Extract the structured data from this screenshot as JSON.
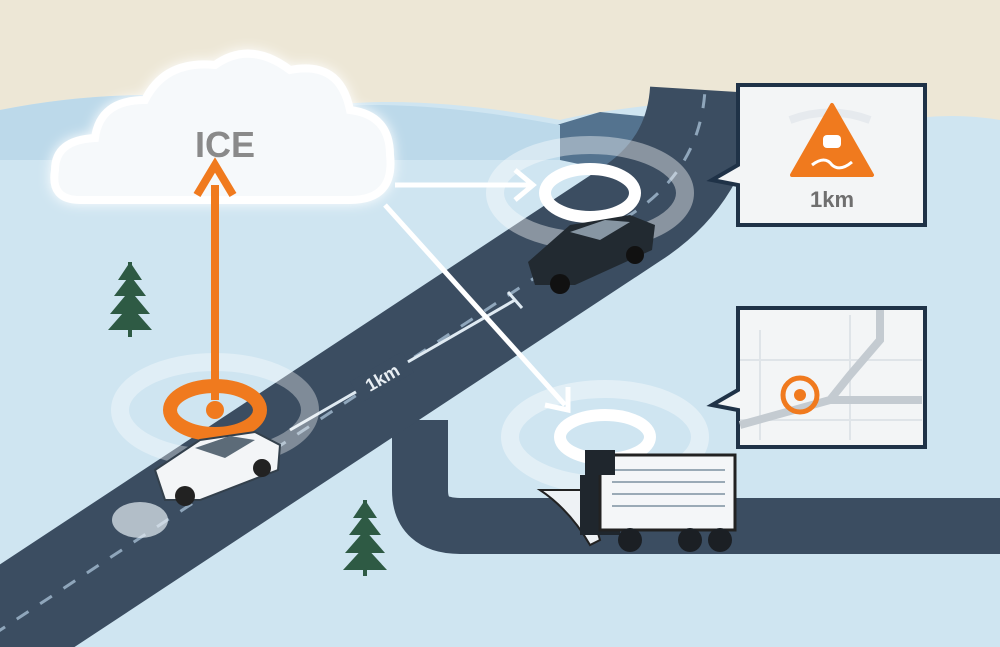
{
  "cloud": {
    "label": "ICE"
  },
  "road": {
    "distance_label": "1km"
  },
  "warning_callout": {
    "icon": "slippery-road-warning-icon",
    "distance": "1km"
  },
  "map_callout": {
    "icon": "map-location-pin-icon"
  },
  "colors": {
    "accent": "#f07a1e",
    "road": "#3b4d61",
    "sky": "#ede7d6",
    "snow": "#cfe5f1"
  }
}
